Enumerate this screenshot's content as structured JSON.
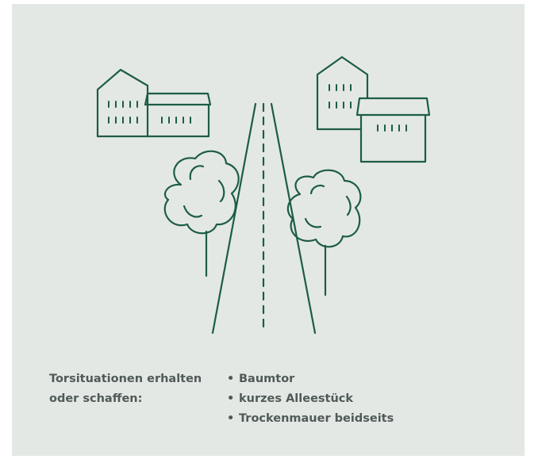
{
  "colors": {
    "panel_bg": "#e4e8e4",
    "line": "#1c5e42",
    "text": "#4f5a59"
  },
  "caption": {
    "heading": "Torsituationen erhalten\noder schaffen:",
    "items": [
      "Baumtor",
      "kurzes Alleestück",
      "Trockenmauer beidseits"
    ]
  }
}
